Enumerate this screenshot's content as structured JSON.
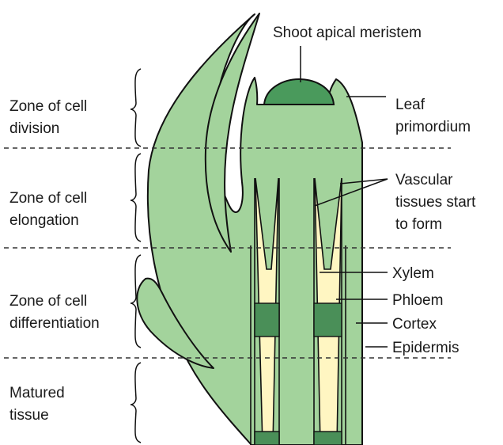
{
  "colors": {
    "tissue": "#a3d39c",
    "meristem": "#4a9a5c",
    "band": "#4a8f58",
    "xylem": "#fff6c2",
    "outline": "#111111",
    "text": "#1a1a1a"
  },
  "zones": [
    {
      "id": "division",
      "lines": [
        "Zone of cell",
        "division"
      ]
    },
    {
      "id": "elongation",
      "lines": [
        "Zone of cell",
        "elongation"
      ]
    },
    {
      "id": "differentiation",
      "lines": [
        "Zone of cell",
        "differentiation"
      ]
    },
    {
      "id": "matured",
      "lines": [
        "Matured",
        "tissue"
      ]
    }
  ],
  "labels": {
    "shoot_apical_meristem": [
      "Shoot apical meristem"
    ],
    "leaf_primordium": [
      "Leaf",
      "primordium"
    ],
    "vascular_tissues": [
      "Vascular",
      "tissues start",
      "to form"
    ],
    "xylem": [
      "Xylem"
    ],
    "phloem": [
      "Phloem"
    ],
    "cortex": [
      "Cortex"
    ],
    "epidermis": [
      "Epidermis"
    ]
  }
}
